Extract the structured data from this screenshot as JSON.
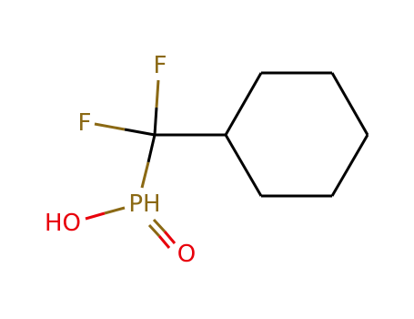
{
  "molecule": {
    "atoms": {
      "fluorine_top": {
        "label": "F"
      },
      "fluorine_left": {
        "label": "F"
      },
      "phosphorus": {
        "label": "PH"
      },
      "hydroxyl": {
        "label": "HO"
      },
      "oxygen": {
        "label": "O"
      }
    },
    "colors": {
      "bond": "#000000",
      "fluorine": "#8B6914",
      "phosphorus": "#8B6914",
      "oxygen": "#e8000b"
    }
  }
}
